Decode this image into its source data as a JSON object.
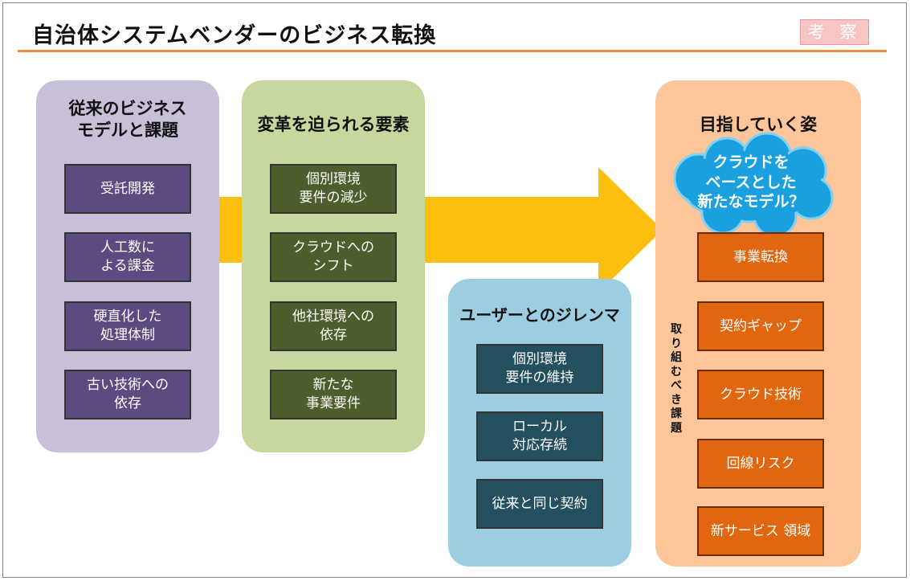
{
  "title": "自治体システムベンダーのビジネス転換",
  "badge": "考 察",
  "colors": {
    "accent_rule": "#f08a3c",
    "arrow": "#fcbf10",
    "purple_panel": "#c8bfd9",
    "green_panel": "#c6d89e",
    "blue_panel": "#9ccde0",
    "orange_panel": "#fcc59a",
    "cloud": "#1aa0de"
  },
  "columns": {
    "legacy": {
      "title": "従来のビジネス\nモデルと課題",
      "items": [
        "受託開発",
        "人工数に\nよる課金",
        "硬直化した\n処理体制",
        "古い技術への\n依存"
      ]
    },
    "change": {
      "title": "変革を迫られる要素",
      "items": [
        "個別環境\n要件の減少",
        "クラウドへの\nシフト",
        "他社環境への\n依存",
        "新たな\n事業要件"
      ]
    },
    "dilemma": {
      "title": "ユーザーとのジレンマ",
      "items": [
        "個別環境\n要件の維持",
        "ローカル\n対応存続",
        "従来と同じ契約"
      ]
    },
    "target": {
      "title": "目指していく姿",
      "cloud": "クラウドを\nベースとした\n新たなモデル？",
      "side_label": "取り組むべき課題",
      "items": [
        "事業転換",
        "契約ギャップ",
        "クラウド技術",
        "回線リスク",
        "新サービス 領域"
      ]
    }
  }
}
